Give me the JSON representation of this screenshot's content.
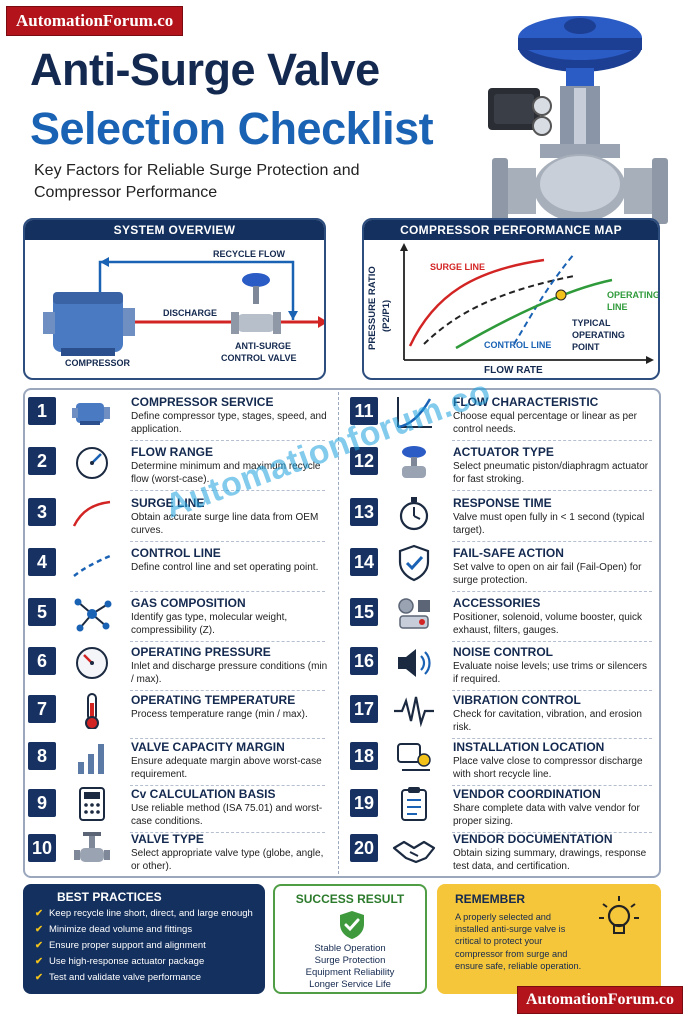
{
  "brand": {
    "top": "AutomationForum.co",
    "bottom": "AutomationForum.co"
  },
  "title": {
    "line1": "Anti-Surge Valve",
    "line2": "Selection Checklist"
  },
  "subtitle": "Key Factors for Reliable Surge Protection and Compressor Performance",
  "system_overview": {
    "heading": "SYSTEM OVERVIEW",
    "recycle": "RECYCLE FLOW",
    "discharge": "DISCHARGE",
    "compressor": "COMPRESSOR",
    "valve_line1": "ANTI-SURGE",
    "valve_line2": "CONTROL VALVE"
  },
  "performance_map": {
    "heading": "COMPRESSOR PERFORMANCE MAP",
    "ylabel_1": "PRESSURE RATIO",
    "ylabel_2": "(P2/P1)",
    "xlabel": "FLOW RATE",
    "surge": "SURGE LINE",
    "control": "CONTROL LINE",
    "operating_1": "OPERATING",
    "operating_2": "LINE",
    "point_1": "TYPICAL",
    "point_2": "OPERATING",
    "point_3": "POINT"
  },
  "items": [
    {
      "n": "1",
      "title": "COMPRESSOR SERVICE",
      "desc": "Define compressor type, stages, speed, and application."
    },
    {
      "n": "2",
      "title": "FLOW RANGE",
      "desc": "Determine minimum and maximum recycle flow (worst-case)."
    },
    {
      "n": "3",
      "title": "SURGE LINE",
      "desc": "Obtain accurate surge line data from OEM curves."
    },
    {
      "n": "4",
      "title": "CONTROL LINE",
      "desc": "Define control line and set operating point."
    },
    {
      "n": "5",
      "title": "GAS COMPOSITION",
      "desc": "Identify gas type, molecular weight, compressibility (Z)."
    },
    {
      "n": "6",
      "title": "OPERATING PRESSURE",
      "desc": "Inlet and discharge pressure conditions (min / max)."
    },
    {
      "n": "7",
      "title": "OPERATING TEMPERATURE",
      "desc": "Process temperature range (min / max)."
    },
    {
      "n": "8",
      "title": "VALVE CAPACITY MARGIN",
      "desc": "Ensure adequate margin above worst-case requirement."
    },
    {
      "n": "9",
      "title": "Cv CALCULATION BASIS",
      "desc": "Use reliable method (ISA 75.01) and worst-case conditions."
    },
    {
      "n": "10",
      "title": "VALVE TYPE",
      "desc": "Select appropriate valve type (globe, angle, or other)."
    },
    {
      "n": "11",
      "title": "FLOW CHARACTERISTIC",
      "desc": "Choose equal percentage or linear as per control needs."
    },
    {
      "n": "12",
      "title": "ACTUATOR TYPE",
      "desc": "Select pneumatic piston/diaphragm actuator for fast stroking."
    },
    {
      "n": "13",
      "title": "RESPONSE TIME",
      "desc": "Valve must open fully in < 1 second (typical target)."
    },
    {
      "n": "14",
      "title": "FAIL-SAFE ACTION",
      "desc": "Set valve to open on air fail (Fail-Open) for surge protection."
    },
    {
      "n": "15",
      "title": "ACCESSORIES",
      "desc": "Positioner, solenoid, volume booster, quick exhaust, filters, gauges."
    },
    {
      "n": "16",
      "title": "NOISE CONTROL",
      "desc": "Evaluate noise levels; use trims or silencers if required."
    },
    {
      "n": "17",
      "title": "VIBRATION CONTROL",
      "desc": "Check for cavitation, vibration, and erosion risk."
    },
    {
      "n": "18",
      "title": "INSTALLATION LOCATION",
      "desc": "Place valve close to compressor discharge with short recycle line."
    },
    {
      "n": "19",
      "title": "VENDOR COORDINATION",
      "desc": "Share complete data with valve vendor for proper sizing."
    },
    {
      "n": "20",
      "title": "VENDOR DOCUMENTATION",
      "desc": "Obtain sizing summary, drawings, response test data, and certification."
    }
  ],
  "best_practices": {
    "heading": "BEST PRACTICES",
    "items": [
      "Keep recycle line short, direct, and large enough",
      "Minimize dead volume and fittings",
      "Ensure proper support and alignment",
      "Use high-response actuator package",
      "Test and validate valve performance"
    ]
  },
  "success": {
    "heading": "SUCCESS RESULT",
    "lines": [
      "Stable Operation",
      "Surge Protection",
      "Equipment Reliability",
      "Longer Service Life"
    ]
  },
  "remember": {
    "heading": "REMEMBER",
    "text": "A properly selected and installed anti-surge valve is critical to protect your compressor from surge and ensure safe, reliable operation."
  },
  "watermark": "Automationforum.co",
  "colors": {
    "navy": "#14305e",
    "blue": "#1a62b4",
    "red": "#b3141c",
    "yellow": "#f6c63a",
    "green": "#4f9e46"
  }
}
